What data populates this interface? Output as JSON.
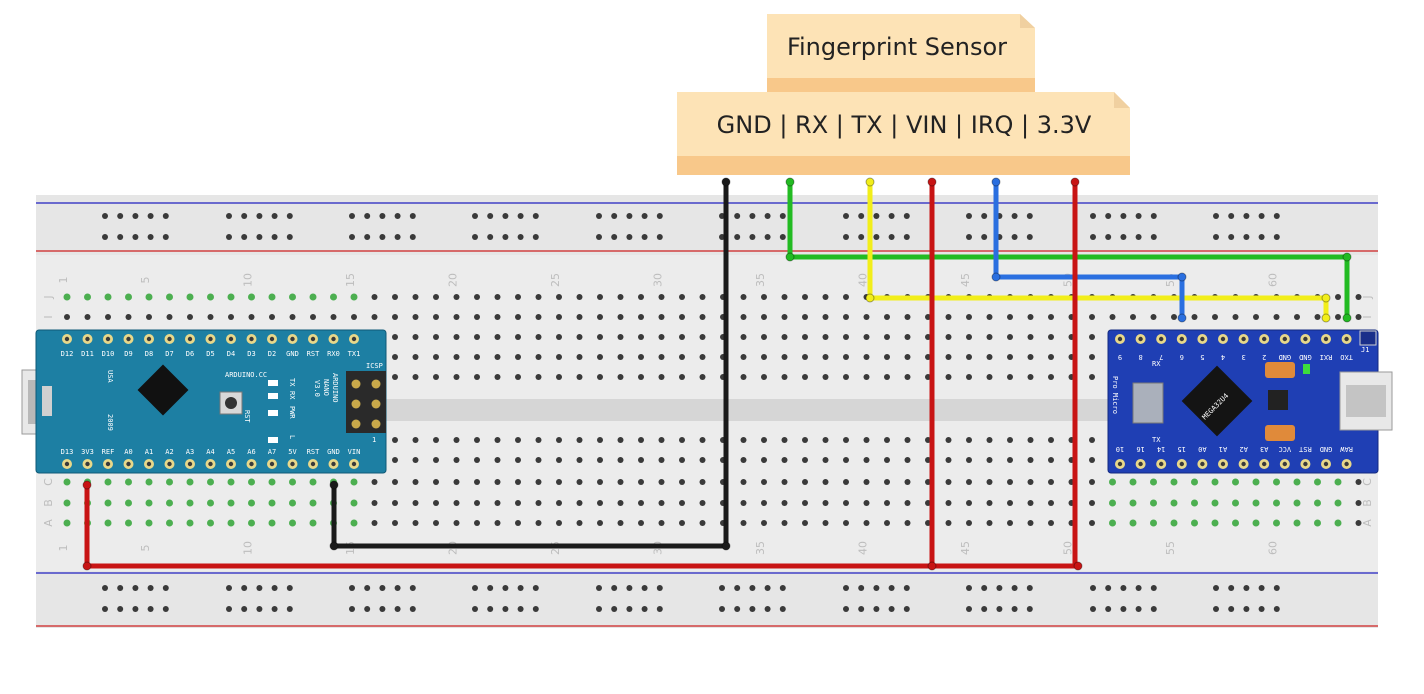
{
  "sensor": {
    "title": "Fingerprint Sensor",
    "pins_label": "GND | RX | TX | VIN | IRQ | 3.3V",
    "note_color": "#fde3b6"
  },
  "breadboard": {
    "column_numbers": [
      "1",
      "5",
      "10",
      "15",
      "20",
      "25",
      "30",
      "35",
      "40",
      "45",
      "50",
      "55",
      "60"
    ],
    "row_letters_top": [
      "J",
      "I"
    ],
    "row_letters_bottom": [
      "C",
      "B",
      "A"
    ],
    "rail_colors": {
      "blue": "#2020c0",
      "red": "#cc2020"
    }
  },
  "arduino_nano": {
    "top_pins": [
      "D12",
      "D11",
      "D10",
      "D9",
      "D8",
      "D7",
      "D6",
      "D5",
      "D4",
      "D3",
      "D2",
      "GND",
      "RST",
      "RX0",
      "TX1"
    ],
    "bottom_pins": [
      "D13",
      "3V3",
      "REF",
      "A0",
      "A1",
      "A2",
      "A3",
      "A4",
      "A5",
      "A6",
      "A7",
      "5V",
      "RST",
      "GND",
      "VIN"
    ],
    "texts": {
      "brand": "ARDUINO.CC",
      "name": "ARDUINO",
      "model": "NANO",
      "version": "V3.0",
      "usa": "USA",
      "year": "2009",
      "rst": "RST",
      "tx": "TX",
      "rx": "RX",
      "pwr": "PWR",
      "l": "L",
      "icsp": "ICSP",
      "one": "1"
    },
    "color": "#1d7fa3"
  },
  "pro_micro": {
    "top_pins": [
      "9",
      "8",
      "7",
      "6",
      "5",
      "4",
      "3",
      "2",
      "GND",
      "GND",
      "RXI",
      "TXO"
    ],
    "bottom_pins": [
      "10",
      "16",
      "14",
      "15",
      "A0",
      "A1",
      "A2",
      "A3",
      "VCC",
      "RST",
      "GND",
      "RAW"
    ],
    "texts": {
      "name": "Pro Micro",
      "chip": "MEGA32U4",
      "rx": "RX",
      "tx": "TX",
      "j1": "J1"
    },
    "color": "#1f3fb4"
  },
  "wires": [
    {
      "name": "GND",
      "color": "#1a1a1a"
    },
    {
      "name": "RX",
      "color": "#22bb22"
    },
    {
      "name": "TX",
      "color": "#f2ee1a"
    },
    {
      "name": "VIN",
      "color": "#c81414"
    },
    {
      "name": "IRQ",
      "color": "#2a6fe0"
    },
    {
      "name": "3.3V",
      "color": "#c81414"
    }
  ]
}
